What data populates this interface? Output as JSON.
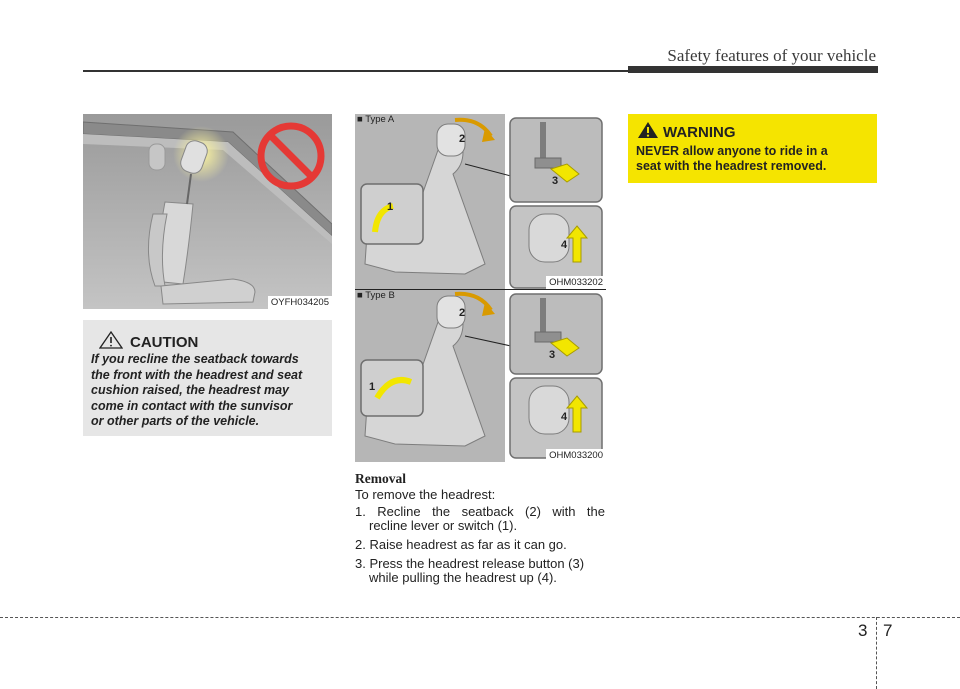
{
  "header": {
    "title": "Safety features of your vehicle"
  },
  "figures": {
    "left": {
      "code": "OYFH034205"
    },
    "type_a": {
      "label": "■ Type A",
      "code": "OHM033202",
      "callouts": [
        "1",
        "2",
        "3",
        "4"
      ]
    },
    "type_b": {
      "label": "■ Type B",
      "code": "OHM033200",
      "callouts": [
        "1",
        "2",
        "3",
        "4"
      ]
    }
  },
  "caution": {
    "title": "CAUTION",
    "lines": [
      "If you recline the seatback towards",
      "the front with the headrest and seat",
      "cushion raised, the headrest may",
      "come in contact with the sunvisor",
      "or other parts of the vehicle."
    ]
  },
  "warning": {
    "title": "WARNING",
    "lines": [
      "NEVER allow anyone to ride in a",
      "seat with the headrest removed."
    ]
  },
  "removal": {
    "heading": "Removal",
    "intro": "To remove the headrest:",
    "steps": [
      {
        "line1": "1. Recline the seatback (2) with the",
        "line2": "recline lever or switch (1)."
      },
      {
        "line1": "2. Raise headrest as far as it can go.",
        "line2": ""
      },
      {
        "line1": "3. Press the headrest release button (3)",
        "line2": "while pulling the headrest up (4)."
      }
    ]
  },
  "footer": {
    "chapter": "3",
    "page": "7"
  },
  "colors": {
    "warning_yellow": "#f5e400",
    "caution_gray": "#e6e6e6",
    "prohibition_red": "#e53935",
    "arrow_yellow": "#f2e600"
  }
}
